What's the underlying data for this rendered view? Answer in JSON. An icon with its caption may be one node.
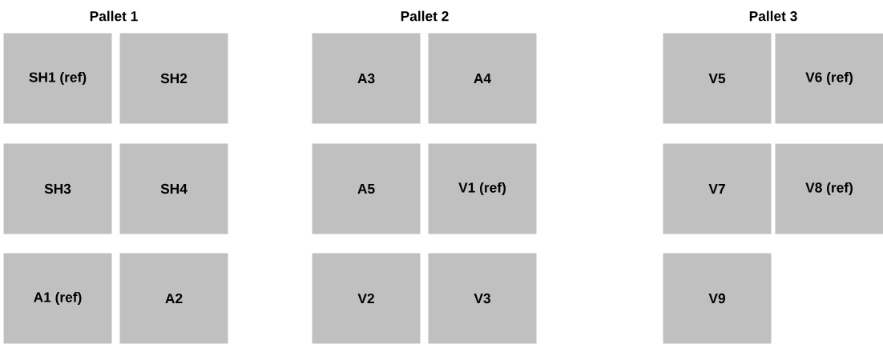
{
  "diagram": {
    "nodes": [
      {
        "text": [
          "SH1 (ref)"
        ]
      },
      {
        "text": [
          "SH2"
        ]
      },
      {
        "text": [
          "SH3"
        ]
      },
      {
        "text": [
          "SH4"
        ]
      },
      {
        "text": [
          "A1 (ref)"
        ]
      },
      {
        "text": [
          "A2"
        ]
      },
      {
        "text": [
          "A3"
        ]
      },
      {
        "text": [
          "A4"
        ]
      },
      {
        "text": [
          "A5"
        ]
      },
      {
        "text": [
          "V1 (ref)"
        ]
      },
      {
        "text": [
          "V2"
        ]
      },
      {
        "text": [
          "V3"
        ]
      },
      {
        "text": [
          "V5"
        ]
      },
      {
        "text": [
          "V6 (ref)"
        ]
      },
      {
        "text": [
          "V7"
        ]
      },
      {
        "text": [
          "V8 (ref)"
        ]
      },
      {
        "text": [
          "V9"
        ]
      }
    ],
    "labels": [
      "Pallet 1",
      "Pallet 2",
      "Pallet 3"
    ]
  }
}
